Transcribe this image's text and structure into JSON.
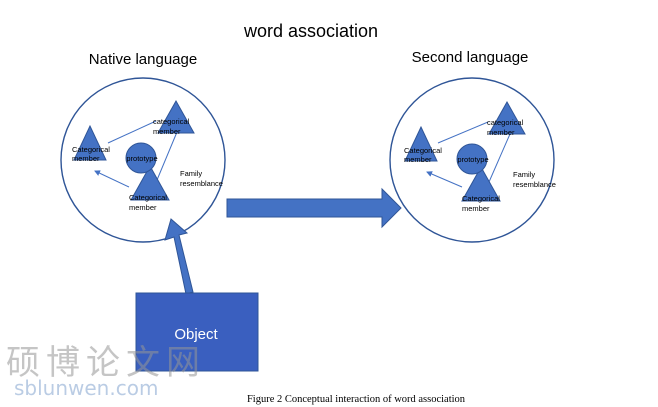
{
  "title": "word association",
  "left_panel": {
    "heading": "Native language",
    "prototype": "prototype",
    "member_left": [
      "Categorical",
      "member"
    ],
    "member_top": [
      "categorical",
      "member"
    ],
    "member_bottom": [
      "Categorical",
      "member"
    ],
    "family": [
      "Family",
      "resemblance"
    ]
  },
  "right_panel": {
    "heading": "Second language",
    "prototype": "prototype",
    "member_left": [
      "Categorical",
      "member"
    ],
    "member_top": [
      "categorical",
      "member"
    ],
    "member_bottom": [
      "Categorical",
      "member"
    ],
    "family": [
      "Family",
      "resemblance"
    ]
  },
  "object_label": "Object",
  "caption": "Figure 2 Conceptual interaction of word association",
  "watermark": {
    "chinese": "硕博论文网",
    "url": "sblunwen.com"
  },
  "colors": {
    "shape_fill": "#4472c4",
    "shape_stroke": "#2f5597",
    "circle_stroke": "#2f5597"
  }
}
